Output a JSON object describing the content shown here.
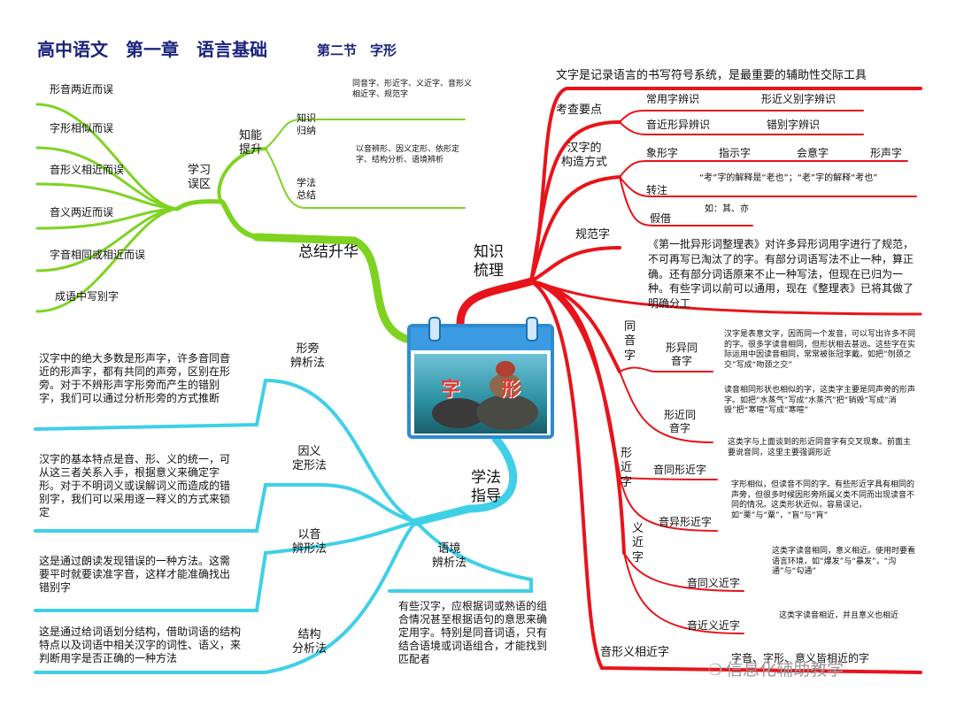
{
  "header": {
    "title": "高中语文　第一章　语言基础",
    "subtitle": "第二节　字形"
  },
  "center": {
    "label": "字　形"
  },
  "branches": {
    "review": "总结升华",
    "knowledge": "知识\n梳理",
    "method": "学法\n指导"
  },
  "review": {
    "ability": "知能\n提升",
    "errors": "学习\n误区",
    "error_items": [
      "形音两近而误",
      "字形相似而误",
      "音形义相近而误",
      "音义两近而误",
      "字音相同或相近而误",
      "成语中写别字"
    ],
    "summary_label": "知识\n归纳",
    "summary_text": "同音字、形近字、义近字、音形义相近字、规范字",
    "method_label": "学法\n总结",
    "method_text": "以音辨形、因义定形、依形定字、结构分析、语境辨析"
  },
  "methods": {
    "radical": {
      "label": "形旁\n辨析法",
      "text": "汉字中的绝大多数是形声字，许多音同音近的形声字，都有共同的声旁，区别在形旁。对于不辨形声字形旁而产生的错别字，我们可以通过分析形旁的方式推断"
    },
    "meaning": {
      "label": "因义\n定形法",
      "text": "汉字的基本特点是音、形、义的统一，可从这三者关系入手，根据意义来确定字形。对于不明词义或误解词义而造成的错别字，我们可以采用逐一释义的方式来锁定"
    },
    "sound": {
      "label": "以音\n辨形法",
      "text": "这是通过朗读发现错误的一种方法。这需要平时就要读准字音，这样才能准确找出错别字"
    },
    "structure": {
      "label": "结构\n分析法",
      "text": "这是通过给词语划分结构，借助词语的结构特点以及词语中相关汉字的词性、语义，来判断用字是否正确的一种方法"
    },
    "context": {
      "label": "语境\n辨析法",
      "text": "有些汉字，应根据词或熟语的组合情况甚至根据语句的意思来确定用字。特别是同音词语，只有结合语境或词语组合，才能找到匹配者"
    }
  },
  "knowledge": {
    "definition": "文字是记录语言的书写符号系统，是最重要的辅助性交际工具",
    "exam": {
      "label": "考查要点",
      "items": [
        "常用字辨识",
        "形近义别字辨识",
        "音近形异辨识",
        "错别字辨识"
      ]
    },
    "structure": {
      "label": "汉字的\n构造方式",
      "types": [
        "象形字",
        "指示字",
        "会意字",
        "形声字"
      ],
      "zhuanzhu": "转注",
      "zhuanzhu_text": "“考”字的解释是“老也”；“老”字的解释“考也”",
      "jiajie": "假借",
      "jiajie_text": "如：其、亦"
    },
    "standard": {
      "label": "规范字",
      "text": "《第一批异形词整理表》对许多异形词用字进行了规范，不可再写已淘汰了的字。有部分词语写法不止一种，算正确。还有部分词语原来不止一种写法，但现在已归为一种。有些字词以前可以通用，现在《整理表》已将其做了明确分工"
    },
    "homophone": {
      "label": "同\n音\n字",
      "diff_shape": "形异同\n音字",
      "diff_shape_text": "汉字是表意文字，因而同一个发音，可以写出许多不同的字。很多字读音相同，但形状相去甚远。这些字在实际运用中因读音相同，常常被张冠李戴。如把“刎颈之交”写成“吻颈之交”",
      "similar_shape": "形近同\n音字",
      "similar_shape_text": "读音相同形状也相似的字，这类字主要是同声旁的形声字。如把“水蒸气”写成“水蒸汽”把“销毁”写成“消毁”把“寒暄”写成“寒喧”"
    },
    "similar": {
      "label": "形\n近\n字",
      "same_sound": "音同形近字",
      "same_sound_text": "这类字与上面谈到的形近同音字有交叉现象。前面主要说音同，这里主要强调形近",
      "diff_sound": "音异形近字",
      "diff_sound_text": "字形相似，但读音不同的字。有些形近字具有相同的声旁，但很多时候因形旁所属义类不同而出现读音不同的情况。这类形状近似，容易误记，如“栗”与“粟”，“盲”与“肓”"
    },
    "meaning": {
      "label": "义\n近\n字",
      "same_sound": "音同义近字",
      "same_sound_text": "这类字读音相同，意义相近。使用时要看语言环境，如“爆发”与“暴发”，“沟通”与“勾通”",
      "near_sound": "音近义近字",
      "near_sound_text": "这类字读音相近，并且意义也相近"
    },
    "all": {
      "label": "音形义相近字",
      "text": "字音、字形、意义皆相近的字"
    }
  },
  "watermark": "信息化辅助教学",
  "colors": {
    "green": "#7ed321",
    "red": "#e8141b",
    "cyan": "#3fd0e8",
    "title": "#1a237e"
  }
}
